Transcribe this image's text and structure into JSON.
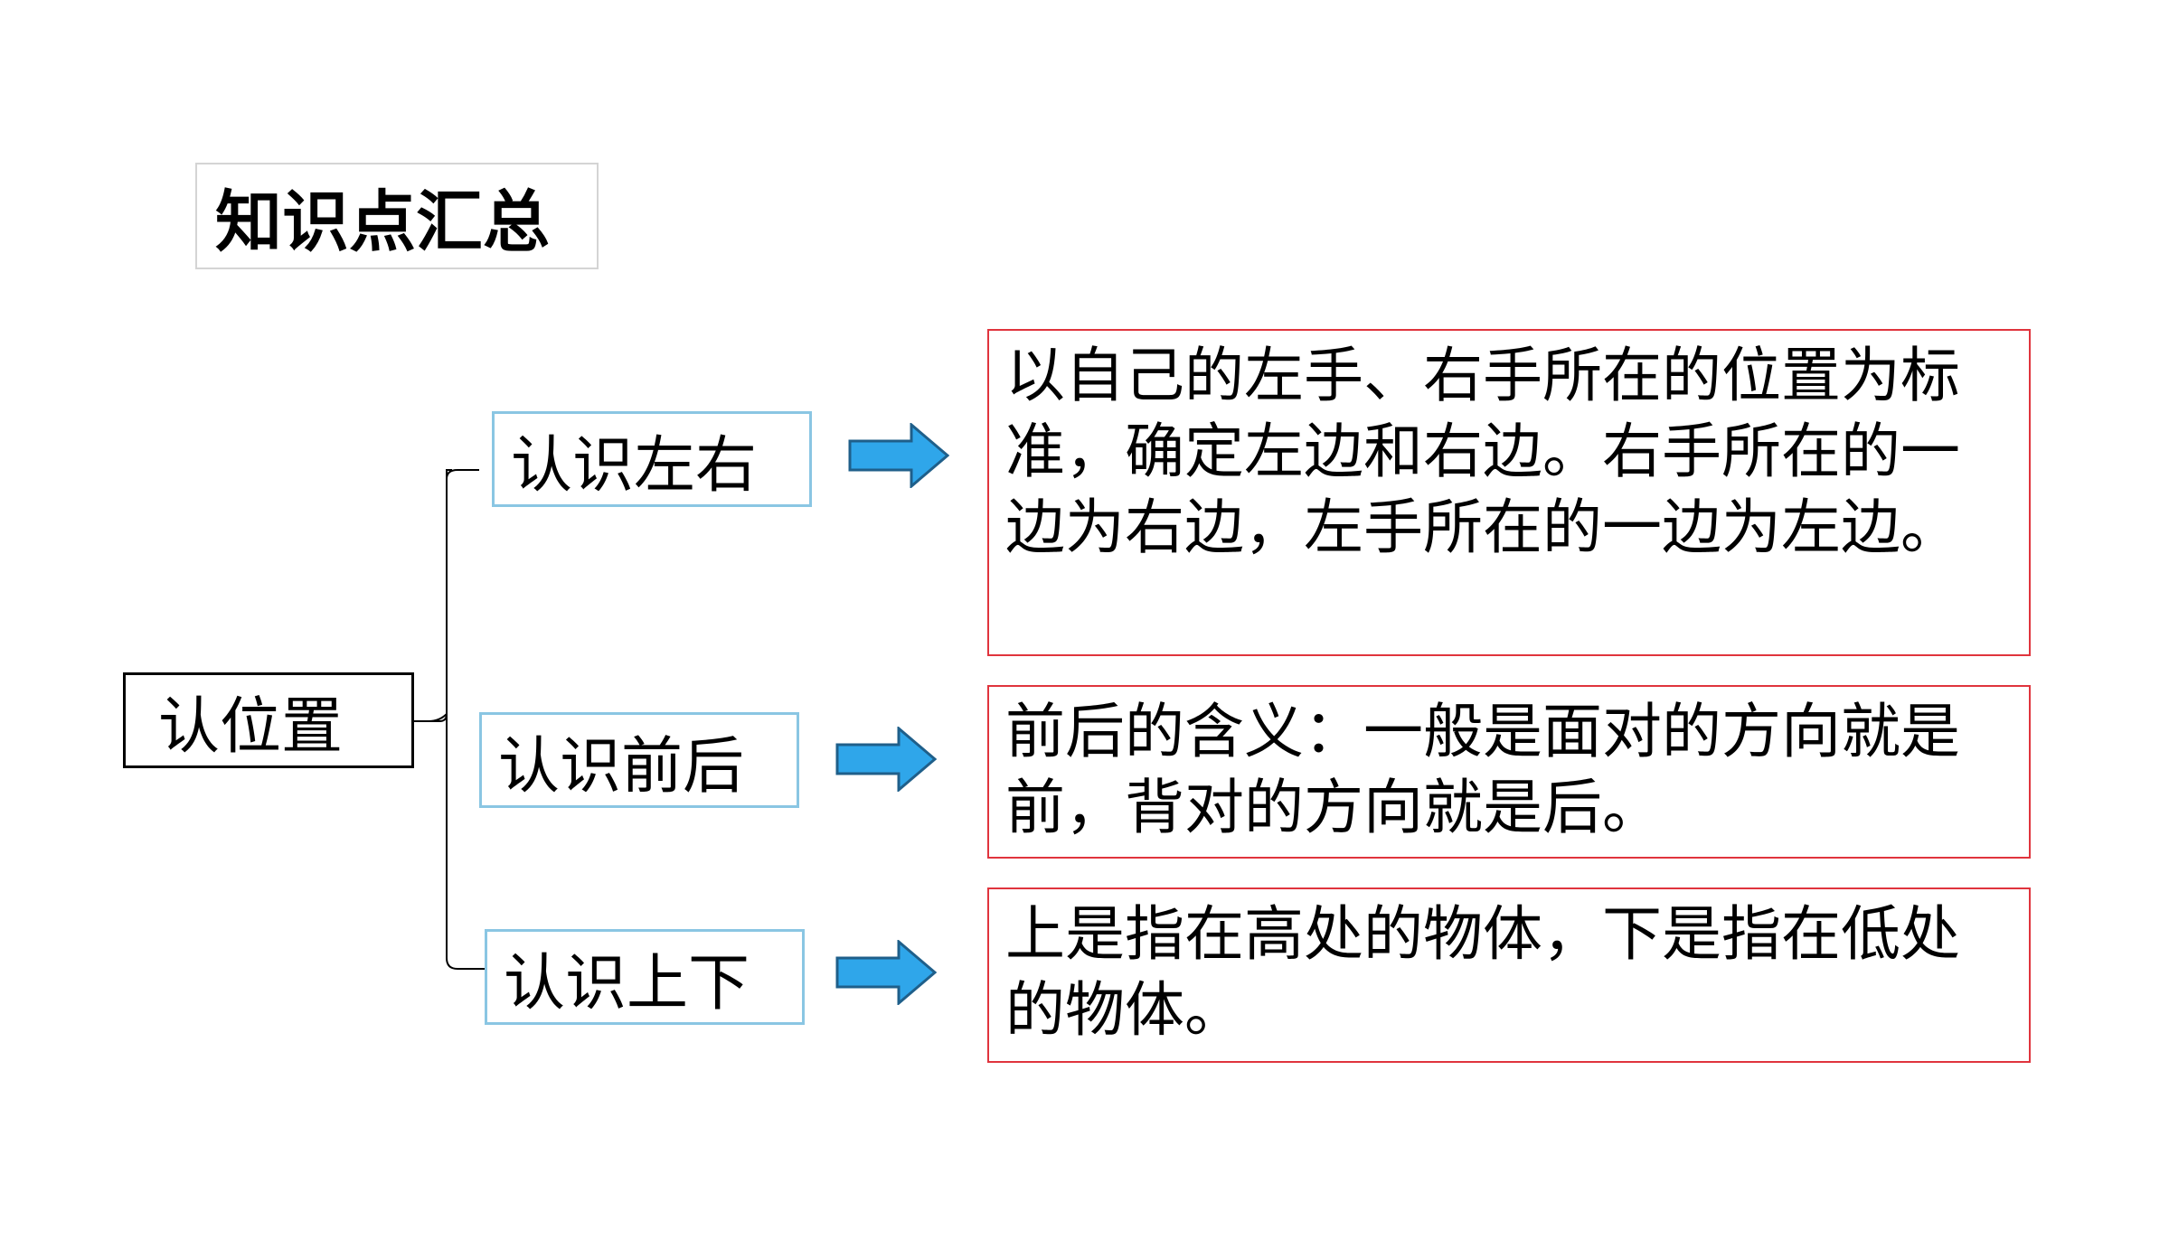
{
  "title": "知识点汇总",
  "root": {
    "label": "认位置"
  },
  "branches": [
    {
      "label": "认识左右",
      "description": "以自己的左手、右手所在的位置为标准，确定左边和右边。右手所在的一边为右边，左手所在的一边为左边。"
    },
    {
      "label": "认识前后",
      "description": "前后的含义：一般是面对的方向就是前，背对的方向就是后。"
    },
    {
      "label": "认识上下",
      "description": "上是指在高处的物体，下是指在低处的物体。"
    }
  ],
  "colors": {
    "arrow_fill": "#2fa6ea",
    "arrow_stroke": "#1f5f8a",
    "branch_border": "#8ac6e3",
    "desc_border": "#e0343d",
    "title_border": "#d4d4d4"
  },
  "icons": {
    "arrow": "right-arrow-icon"
  }
}
